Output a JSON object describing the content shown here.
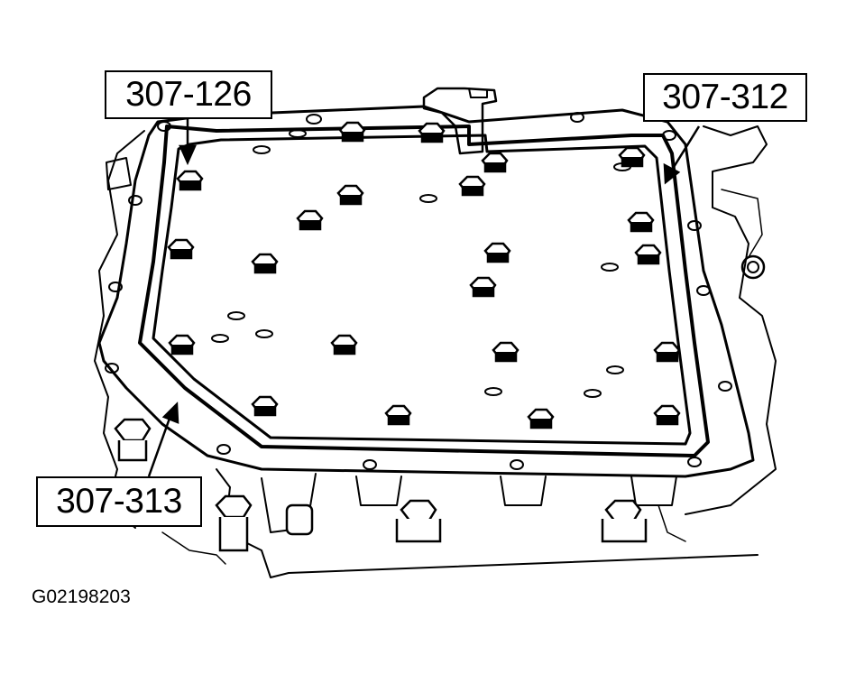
{
  "callouts": {
    "top_left": "307-126",
    "top_right": "307-312",
    "bottom_left": "307-313"
  },
  "figure_id": "G02198203",
  "colors": {
    "line": "#000000",
    "background": "#ffffff"
  }
}
